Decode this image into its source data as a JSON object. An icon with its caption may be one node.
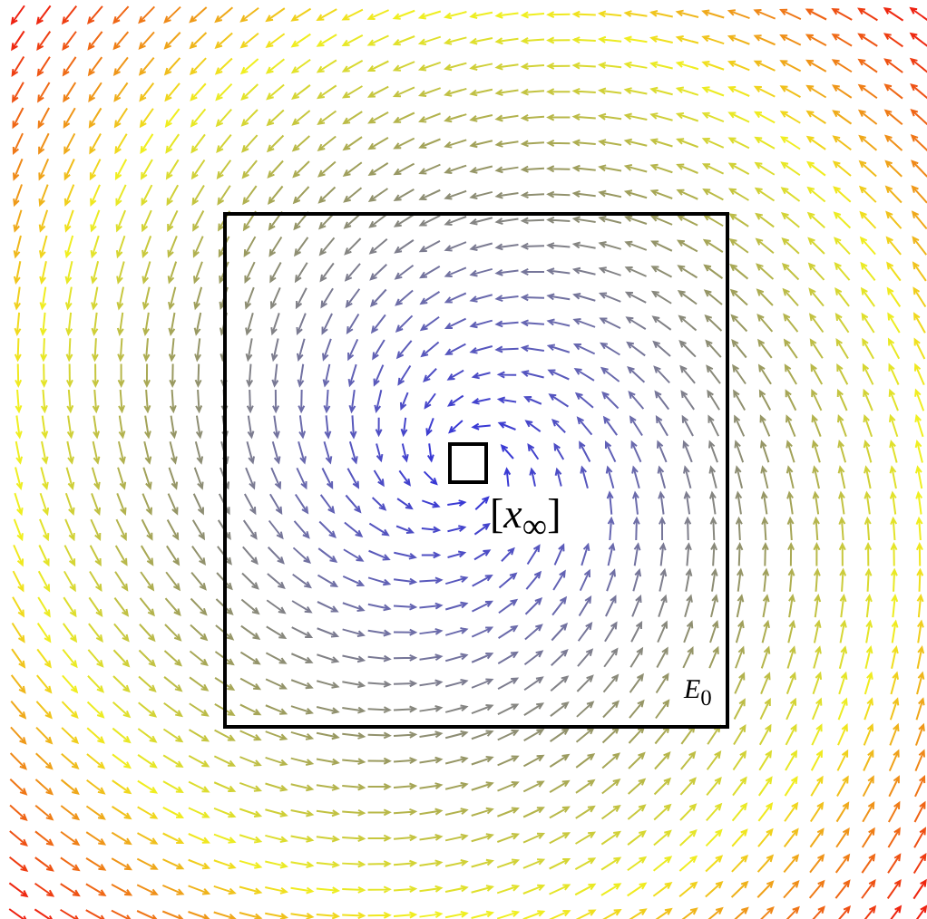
{
  "diagram": {
    "nodes": [
      {
        "text": [
          "*E*$_{0}$"
        ]
      },
      {
        "text": [],
        "shape": "box",
        "in": 0,
        "beside": [
          "[*x*$_{∞}$]"
        ]
      }
    ]
  }
}
